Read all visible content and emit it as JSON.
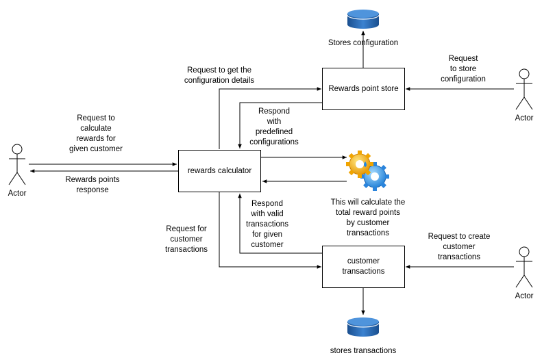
{
  "actors": {
    "left_label": "Actor",
    "top_right_label": "Actor",
    "bottom_right_label": "Actor"
  },
  "boxes": {
    "rewards_calculator": "rewards calculator",
    "rewards_point_store": "Rewards point store",
    "customer_transactions": "customer\ntransactions"
  },
  "databases": {
    "config_label": "Stores configuration",
    "transactions_label": "stores transactions",
    "color": "#1f5fa8"
  },
  "edge_labels": {
    "request_calculate": "Request to\ncalculate\nrewards for\ngiven customer",
    "rewards_response": "Rewards points\nresponse",
    "request_config": "Request to get the\nconfiguration details",
    "respond_predefined": "Respond\nwith\npredefined\nconfigurations",
    "request_store": "Request\nto store\nconfiguration",
    "respond_valid": "Respond\nwith valid\ntransactions\nfor given\ncustomer",
    "request_customer_tx": "Request for\ncustomer\ntransactions",
    "request_create": "Request to create\ncustomer\ntransactions",
    "calc_note": "This will calculate the\ntotal reward points\nby customer\ntransactions"
  },
  "icons": {
    "gears": "gears-icon"
  }
}
